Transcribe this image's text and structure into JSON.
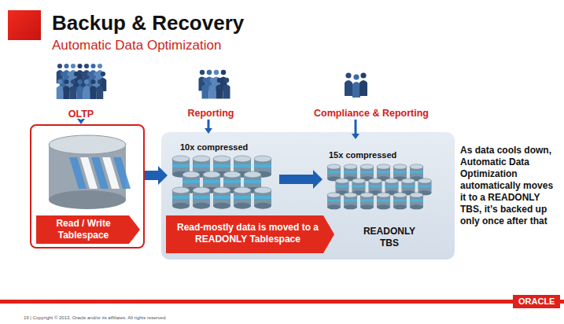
{
  "diagram": {
    "title": "Backup & Recovery",
    "nodes": [
      {
        "text": [
          "Read / Write Tablespace"
        ]
      },
      {
        "text": [
          "READONLY TBS"
        ]
      },
      {
        "text": [
          "Read-mostly data is moved to a READONLY Tablespace"
        ],
        "in": 1
      },
      {
        "text": [
          "10x compressed"
        ],
        "in": 1
      },
      {
        "text": [
          "15x compressed"
        ],
        "in": 1
      }
    ],
    "edges": [
      {
        "from": 0,
        "to": 3,
        "arrow": "to"
      },
      {
        "from": 3,
        "to": 4,
        "arrow": "to"
      }
    ],
    "labels": [
      "Automatic Data Optimization",
      "OLTP",
      "Reporting",
      "Compliance & Reporting",
      "As data cools down, Automatic Data Optimization automatically moves it to a READONLY TBS, it’s backed up only once after that",
      "ORACLE",
      "19 | Copyright © 2013, Oracle and/or its affiliates. All rights reserved."
    ]
  }
}
